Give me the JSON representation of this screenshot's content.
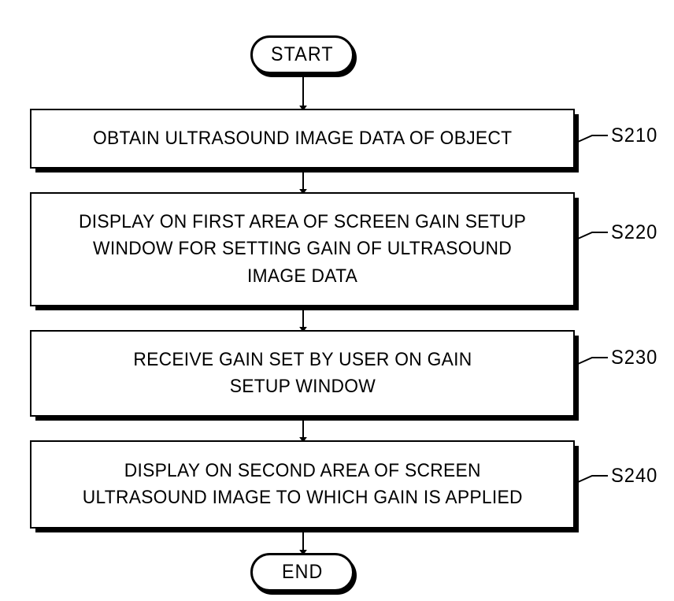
{
  "diagram": {
    "type": "flowchart",
    "orientation": "vertical",
    "background_color": "#ffffff",
    "line_color": "#000000",
    "nodes": [
      {
        "id": "start",
        "shape": "terminator",
        "text": "START",
        "step_label": ""
      },
      {
        "id": "s210",
        "shape": "process",
        "text": "OBTAIN ULTRASOUND IMAGE DATA OF OBJECT",
        "step_label": "S210"
      },
      {
        "id": "s220",
        "shape": "process",
        "text": "DISPLAY ON FIRST AREA OF SCREEN GAIN SETUP\nWINDOW FOR SETTING GAIN OF ULTRASOUND\nIMAGE DATA",
        "step_label": "S220"
      },
      {
        "id": "s230",
        "shape": "process",
        "text": "RECEIVE GAIN SET BY USER ON GAIN\nSETUP WINDOW",
        "step_label": "S230"
      },
      {
        "id": "s240",
        "shape": "process",
        "text": "DISPLAY ON SECOND AREA OF SCREEN\nULTRASOUND IMAGE TO WHICH GAIN IS APPLIED",
        "step_label": "S240"
      },
      {
        "id": "end",
        "shape": "terminator",
        "text": "END",
        "step_label": ""
      }
    ],
    "edges": [
      {
        "from": "start",
        "to": "s210",
        "arrow": "down"
      },
      {
        "from": "s210",
        "to": "s220",
        "arrow": "down"
      },
      {
        "from": "s220",
        "to": "s230",
        "arrow": "down"
      },
      {
        "from": "s230",
        "to": "s240",
        "arrow": "down"
      },
      {
        "from": "s240",
        "to": "end",
        "arrow": "down"
      }
    ]
  }
}
